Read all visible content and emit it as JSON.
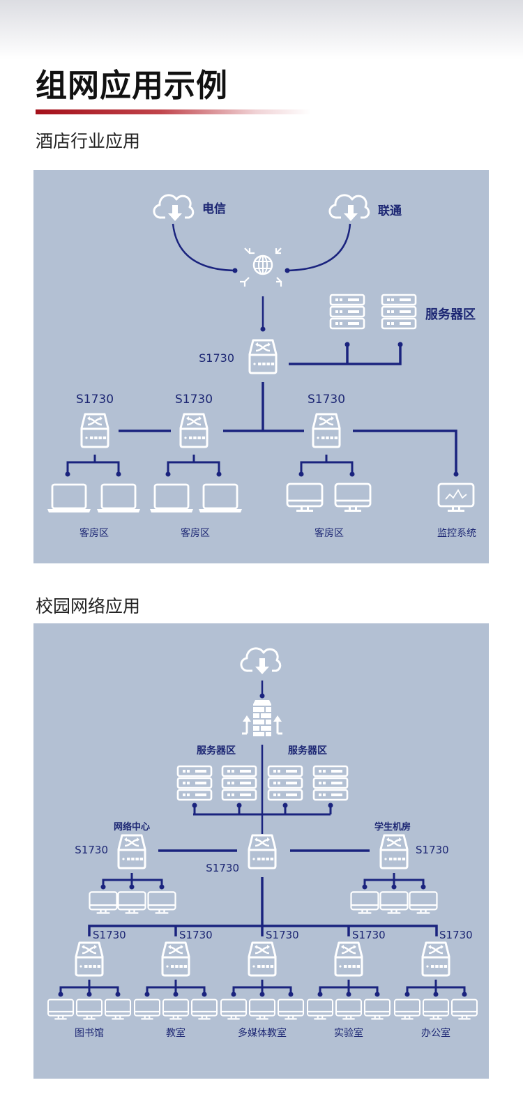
{
  "page": {
    "title": "组网应用示例",
    "accent_color": "#a4101a",
    "panel_color": "#b3c0d3",
    "line_color": "#1a237e"
  },
  "hotel": {
    "heading": "酒店行业应用",
    "isp_left": "电信",
    "isp_right": "联通",
    "server_zone": "服务器区",
    "core_switch": "S1730",
    "access_switches": [
      "S1730",
      "S1730",
      "S1730"
    ],
    "zones": [
      "客房区",
      "客房区",
      "客房区",
      "监控系统"
    ]
  },
  "campus": {
    "heading": "校园网络应用",
    "server_zone_left": "服务器区",
    "server_zone_right": "服务器区",
    "core_switch": "S1730",
    "network_center_label": "网络中心",
    "network_center_switch": "S1730",
    "student_lab_label": "学生机房",
    "student_lab_switch": "S1730",
    "access_switches": [
      "S1730",
      "S1730",
      "S1730",
      "S1730",
      "S1730"
    ],
    "zones": [
      "图书馆",
      "教室",
      "多媒体教室",
      "实验室",
      "办公室"
    ]
  },
  "icons": {
    "cloud": "cloud-download-icon",
    "internet": "globe-icon",
    "switch": "switch-icon",
    "server": "server-rack-icon",
    "laptop": "laptop-icon",
    "monitor": "desktop-monitor-icon",
    "surveillance": "monitor-waveform-icon",
    "firewall": "firewall-icon"
  }
}
